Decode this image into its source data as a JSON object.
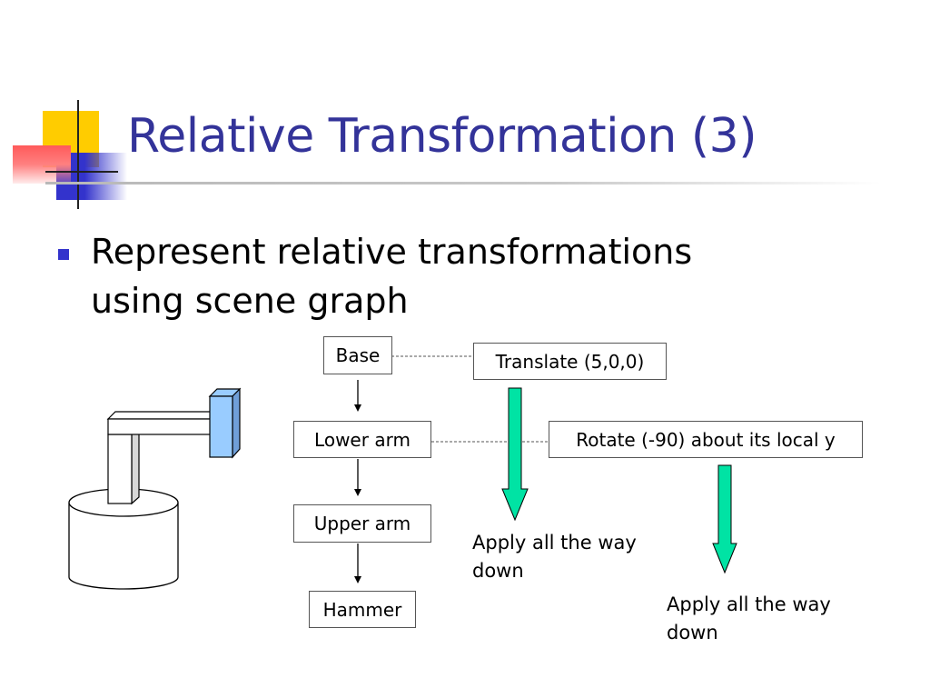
{
  "slide": {
    "title": "Relative Transformation (3)",
    "bullet": "Represent relative transformations using scene graph"
  },
  "scene_graph": {
    "nodes": [
      "Base",
      "Lower arm",
      "Upper arm",
      "Hammer"
    ],
    "transforms": [
      "Translate (5,0,0)",
      "Rotate (-90) about its local y"
    ],
    "captions": [
      "Apply all the way down",
      "Apply all the way down"
    ]
  },
  "colors": {
    "title": "#333399",
    "bullet": "#3333cc",
    "arrow_fill": "#00e3a4",
    "robot_head": "#99ccff"
  }
}
